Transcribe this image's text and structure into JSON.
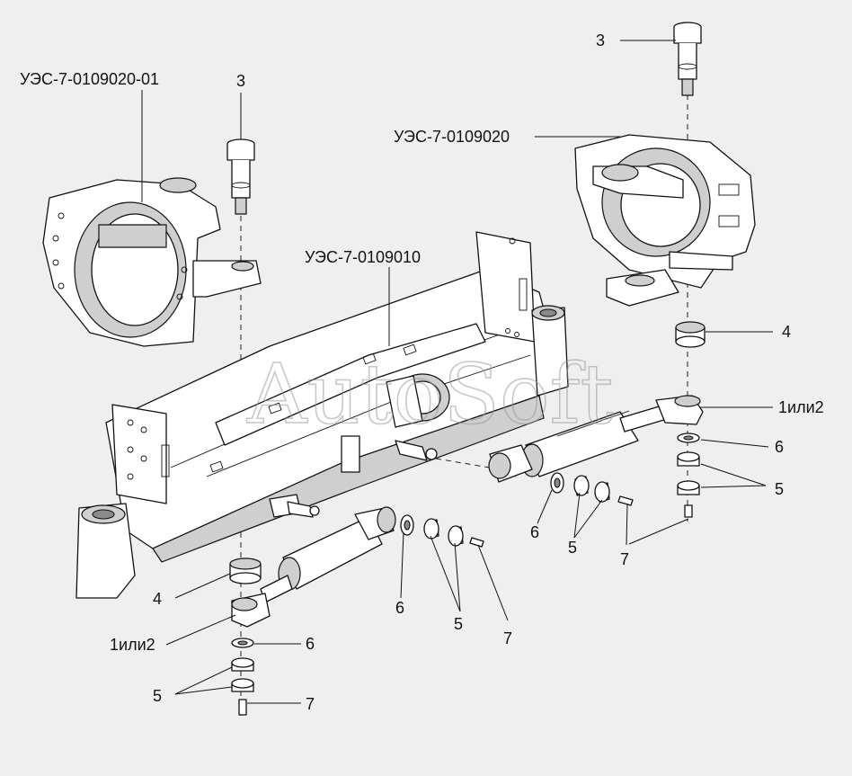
{
  "labels": {
    "knuckle_left": "УЭС-7-0109020-01",
    "knuckle_right": "УЭС-7-0109020",
    "beam": "УЭС-7-0109010",
    "pin_left": "3",
    "pin_right": "3",
    "bushing_right": "4",
    "bushing_left": "4",
    "cyl_right_end": "1или2",
    "cyl_left_end": "1или2",
    "washer_right_stack": "6",
    "nuts_right_stack": "5",
    "fitting_right_stack": "7",
    "washer_right_mid": "6",
    "nuts_right_mid": "5",
    "fitting_right_mid": "7",
    "washer_left_mid": "6",
    "nuts_left_mid": "5",
    "fitting_left_mid": "7",
    "washer_left_stack": "6",
    "nuts_left_stack": "5",
    "fitting_left_stack": "7"
  },
  "watermark": "AutoSoft"
}
